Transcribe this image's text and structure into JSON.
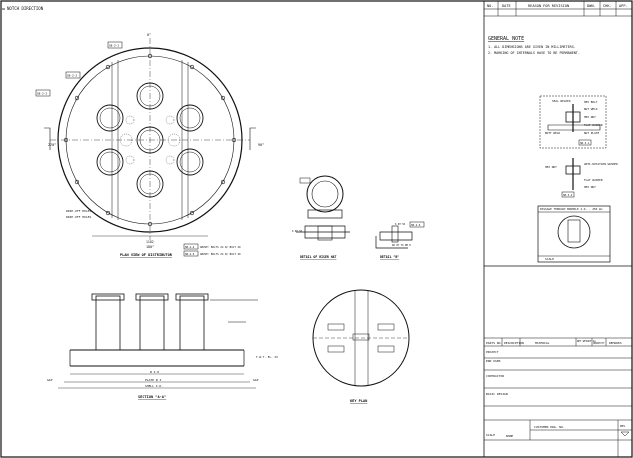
{
  "sheet": {
    "top_note": "NOTCH DIRECTION",
    "revision_headers": [
      "NO.",
      "DATE",
      "REASON FOR REVISION",
      "DWN.",
      "CHK.",
      "APP."
    ],
    "general_note": {
      "title": "GENERAL NOTE",
      "lines": [
        "1. ALL DIMENSIONS ARE GIVEN IN MILLIMETERS.",
        "2. MARKING OF INTERNALS HAVE TO BE PERMANENT."
      ]
    },
    "views": {
      "plan": "PLAN VIEW OF DISTRIBUTOR",
      "section": "SECTION \"A-A\"",
      "riser_hat": "DETAIL OF RISER HAT",
      "detail_b": "DETAIL \"B\"",
      "key_plan": "KEY PLAN",
      "passage": "PASSAGE THROUGH MANHOLE I.D. - 450 mm",
      "scale_label": "SCALE"
    },
    "callouts": [
      "SB-2-1",
      "SB-2-2",
      "SB-2-3",
      "SB-2-4",
      "SB-2-5",
      "SB-2-6",
      "SB-3-1",
      "SB-3-2"
    ],
    "plan_dims": [
      "270°",
      "90°",
      "180°",
      "0°",
      "1182",
      "DRIP-OFF HOLES",
      "DRIP-OFF HOLES"
    ],
    "plan_bottom_notes": [
      "ABOVE: BOLTS 24 W/ BOLT 20",
      "ABOVE: BOLTS 24 W/ BOLT 20"
    ],
    "section_dims": [
      "Ø 2.0",
      "PLATE Ø 3",
      "SHELL I.D.",
      "GAP",
      "GAP",
      "T.W.T. EL. XX"
    ],
    "detail_labels": [
      "SEAL WELDED",
      "HEX BOLT",
      "NUT WELD",
      "HEX NUT",
      "BUTT WELD",
      "FLAT WASHER",
      "NUT PLATE",
      "HEX NUT",
      "ANTI-ROTATION WASHER",
      "FLAT WASHER",
      "HEX NUT"
    ],
    "dim_small": [
      "6 NT 50",
      "NA 8T 76 RM 8"
    ],
    "parts_headers": [
      "PARTS NO.",
      "DESCRIPTION",
      "MATERIAL",
      "NET WEIGHT kg",
      "QUANTITY",
      "REMARKS"
    ],
    "title_block": [
      "PROJECT",
      "END USER",
      "CONTRACTOR",
      "BASIC DESIGN",
      "CUSTOMER DWG. NO.",
      "REV.",
      "SCALE",
      "NONE"
    ]
  }
}
